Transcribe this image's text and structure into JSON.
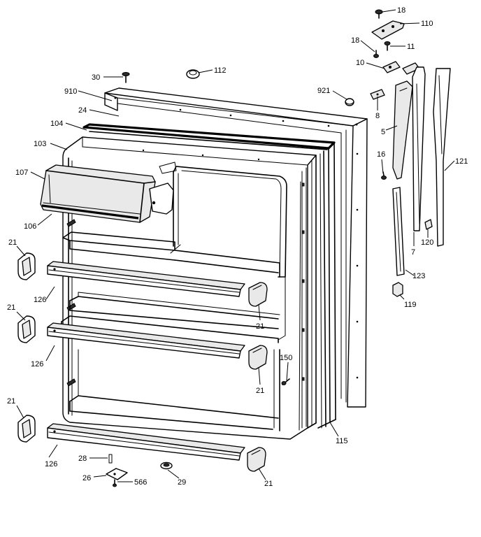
{
  "callouts": [
    {
      "id": "c18a",
      "text": "18"
    },
    {
      "id": "c110",
      "text": "110"
    },
    {
      "id": "c18b",
      "text": "18"
    },
    {
      "id": "c11",
      "text": "11"
    },
    {
      "id": "c10",
      "text": "10"
    },
    {
      "id": "c30",
      "text": "30"
    },
    {
      "id": "c112",
      "text": "112"
    },
    {
      "id": "c910",
      "text": "910"
    },
    {
      "id": "c921",
      "text": "921"
    },
    {
      "id": "c24",
      "text": "24"
    },
    {
      "id": "c104",
      "text": "104"
    },
    {
      "id": "c8",
      "text": "8"
    },
    {
      "id": "c103",
      "text": "103"
    },
    {
      "id": "c5",
      "text": "5"
    },
    {
      "id": "c107",
      "text": "107"
    },
    {
      "id": "c16",
      "text": "16"
    },
    {
      "id": "c121",
      "text": "121"
    },
    {
      "id": "c106",
      "text": "106"
    },
    {
      "id": "c21a",
      "text": "21"
    },
    {
      "id": "c7",
      "text": "7"
    },
    {
      "id": "c120",
      "text": "120"
    },
    {
      "id": "c123",
      "text": "123"
    },
    {
      "id": "c126a",
      "text": "126"
    },
    {
      "id": "c119",
      "text": "119"
    },
    {
      "id": "c21b",
      "text": "21"
    },
    {
      "id": "c21c",
      "text": "21"
    },
    {
      "id": "c150",
      "text": "150"
    },
    {
      "id": "c126b",
      "text": "126"
    },
    {
      "id": "c21d",
      "text": "21"
    },
    {
      "id": "c21e",
      "text": "21"
    },
    {
      "id": "c115",
      "text": "115"
    },
    {
      "id": "c28",
      "text": "28"
    },
    {
      "id": "c126c",
      "text": "126"
    },
    {
      "id": "c26",
      "text": "26"
    },
    {
      "id": "c566",
      "text": "566"
    },
    {
      "id": "c29",
      "text": "29"
    },
    {
      "id": "c21f",
      "text": "21"
    }
  ]
}
